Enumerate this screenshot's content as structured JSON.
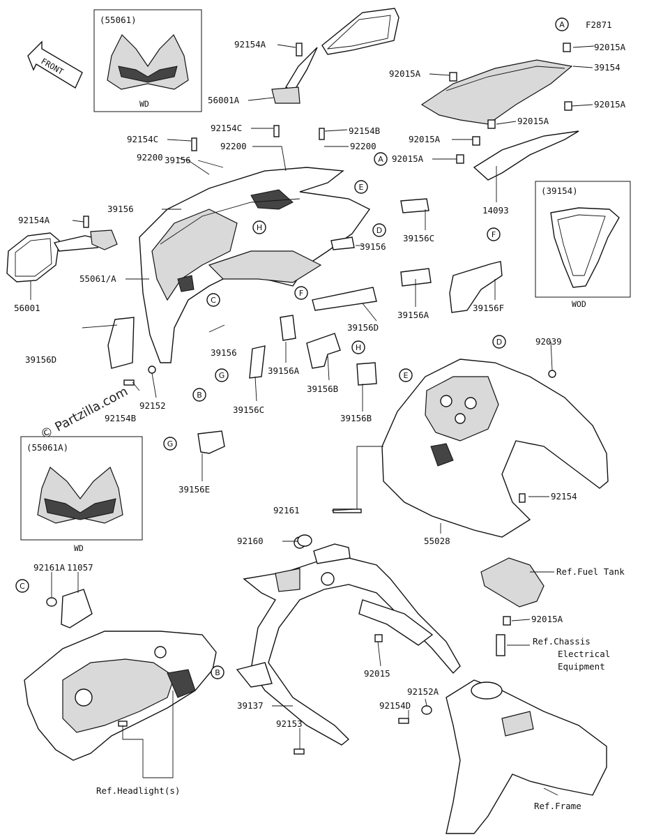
{
  "figure_code": "F2871",
  "watermark": "© Partzilla.com",
  "front_arrow_text": "FRONT",
  "insets": {
    "top_left": {
      "ref": "(55061)",
      "note": "WD"
    },
    "mid_left": {
      "ref": "(55061A)",
      "note": "WD"
    },
    "right": {
      "ref": "(39154)",
      "note": "WOD"
    }
  },
  "callouts": [
    "A",
    "B",
    "C",
    "D",
    "E",
    "F",
    "G",
    "H"
  ],
  "part_labels": {
    "p92154A_top": "92154A",
    "p56001A": "56001A",
    "p92015A_1": "92015A",
    "p39154": "39154",
    "p92015A_2": "92015A",
    "p92015A_3": "92015A",
    "p92015A_4": "92015A",
    "p92015A_5": "92015A",
    "p92015A_6": "92015A",
    "p14093": "14093",
    "p92154C_1": "92154C",
    "p92154C_2": "92154C",
    "p92154B_1": "92154B",
    "p92200_1": "92200",
    "p92200_2": "92200",
    "p92200_3": "92200",
    "p39156_1": "39156",
    "p39156_2": "39156",
    "p39156_3": "39156",
    "p39156_4": "39156",
    "p92154A_left": "92154A",
    "p56001": "56001",
    "p55061A": "55061/A",
    "p39156C_1": "39156C",
    "p39156A_1": "39156A",
    "p39156D_1": "39156D",
    "p39156F": "39156F",
    "p39156D_2": "39156D",
    "p39156A_2": "39156A",
    "p39156B_1": "39156B",
    "p39156C_2": "39156C",
    "p39156B_2": "39156B",
    "p92152": "92152",
    "p92154B_2": "92154B",
    "p39156E": "39156E",
    "p92039": "92039",
    "p92154": "92154",
    "p92161": "92161",
    "p92160": "92160",
    "p55028": "55028",
    "p92161A": "92161A",
    "p11057": "11057",
    "p92015A_7": "92015A",
    "p92015": "92015",
    "p39137": "39137",
    "p92152A": "92152A",
    "p92154D": "92154D",
    "p92153": "92153",
    "ref_fuel_tank": "Ref.Fuel Tank",
    "ref_chassis_1": "Ref.Chassis",
    "ref_chassis_2": "Electrical",
    "ref_chassis_3": "Equipment",
    "ref_headlight": "Ref.Headlight(s)",
    "ref_frame": "Ref.Frame"
  }
}
